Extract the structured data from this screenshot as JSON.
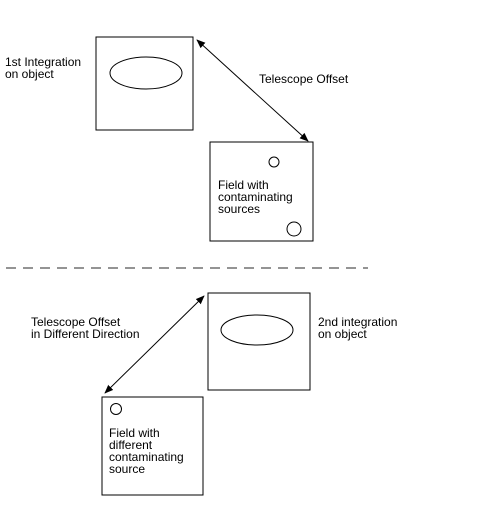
{
  "labels": {
    "first_integration": [
      "1st Integration",
      "on object"
    ],
    "telescope_offset": "Telescope Offset",
    "field_contaminating": [
      "Field with",
      "contaminating",
      "sources"
    ],
    "telescope_offset_different": [
      "Telescope Offset",
      "in Different Direction"
    ],
    "second_integration": [
      "2nd integration",
      "on object"
    ],
    "field_different": [
      "Field with",
      "different",
      "contaminating",
      "source"
    ]
  },
  "colors": {
    "stroke": "#000000",
    "background": "#ffffff",
    "divider": "#555555"
  }
}
